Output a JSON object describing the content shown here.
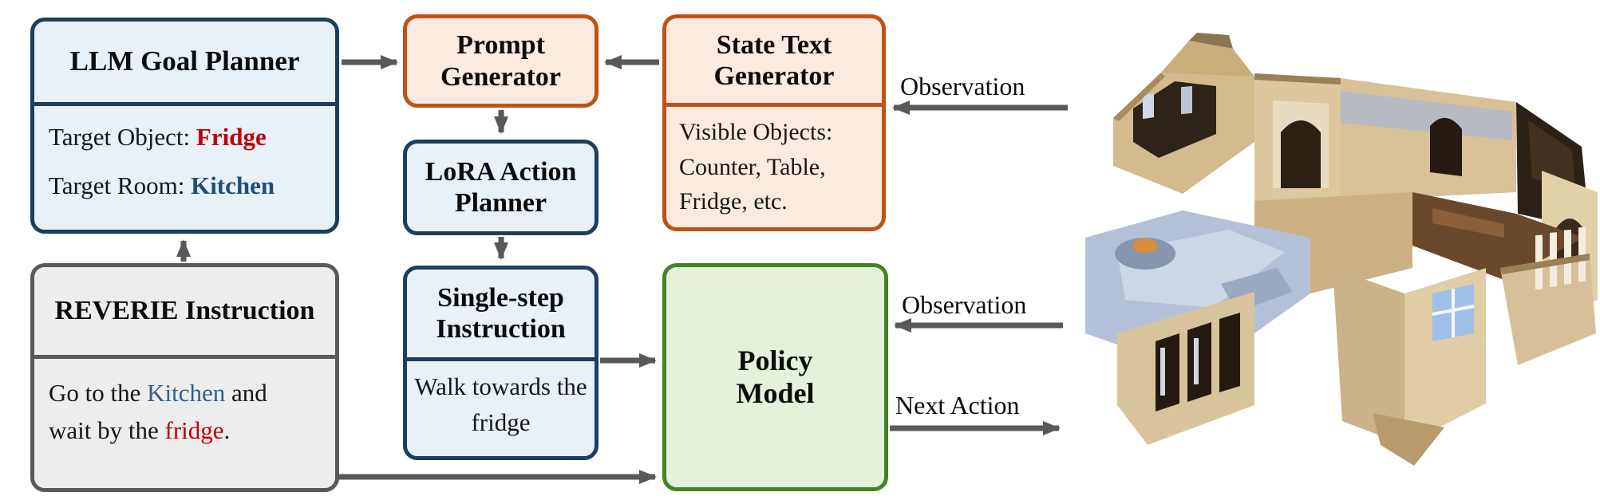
{
  "figure": {
    "type": "architecture-flow-diagram",
    "topic": "LLM goal planning navigation pipeline with REVERIE instructions"
  },
  "boxes": {
    "llm": {
      "title": "LLM Goal Planner",
      "line1_label": "Target Object: ",
      "line1_value": "Fridge",
      "line2_label": "Target Room: ",
      "line2_value": "Kitchen"
    },
    "prompt": {
      "title": "Prompt Generator"
    },
    "state": {
      "title": "State Text Generator",
      "body": "Visible Objects: Counter, Table, Fridge, etc."
    },
    "lora": {
      "title": "LoRA Action Planner"
    },
    "reverie": {
      "title": "REVERIE Instruction",
      "line1_pre": "Go to the ",
      "line1_room": "Kitchen",
      "line1_post": " and",
      "line2_pre": "wait by the ",
      "line2_object": "fridge",
      "line2_post": "."
    },
    "single": {
      "title": "Single-step Instruction",
      "body": "Walk towards the fridge"
    },
    "policy": {
      "title": "Policy Model"
    }
  },
  "labels": {
    "observation_top": "Observation",
    "observation_bottom": "Observation",
    "next_action": "Next Action"
  },
  "illustration": {
    "name": "house-dollhouse-scan",
    "alt": "3D dollhouse cutaway scan of a house interior"
  },
  "colors": {
    "navy_border": "#1c3f60",
    "navy_text": "#1f4e79",
    "red_text": "#c00000",
    "orange_border": "#c05217",
    "green_border": "#458222",
    "gray_border": "#595959",
    "arrow": "#595959",
    "light_blue_fill": "#e8f0f8",
    "peach_fill": "#faeae0",
    "light_green_fill": "#e4f2dc",
    "light_gray_fill": "#ededed"
  }
}
